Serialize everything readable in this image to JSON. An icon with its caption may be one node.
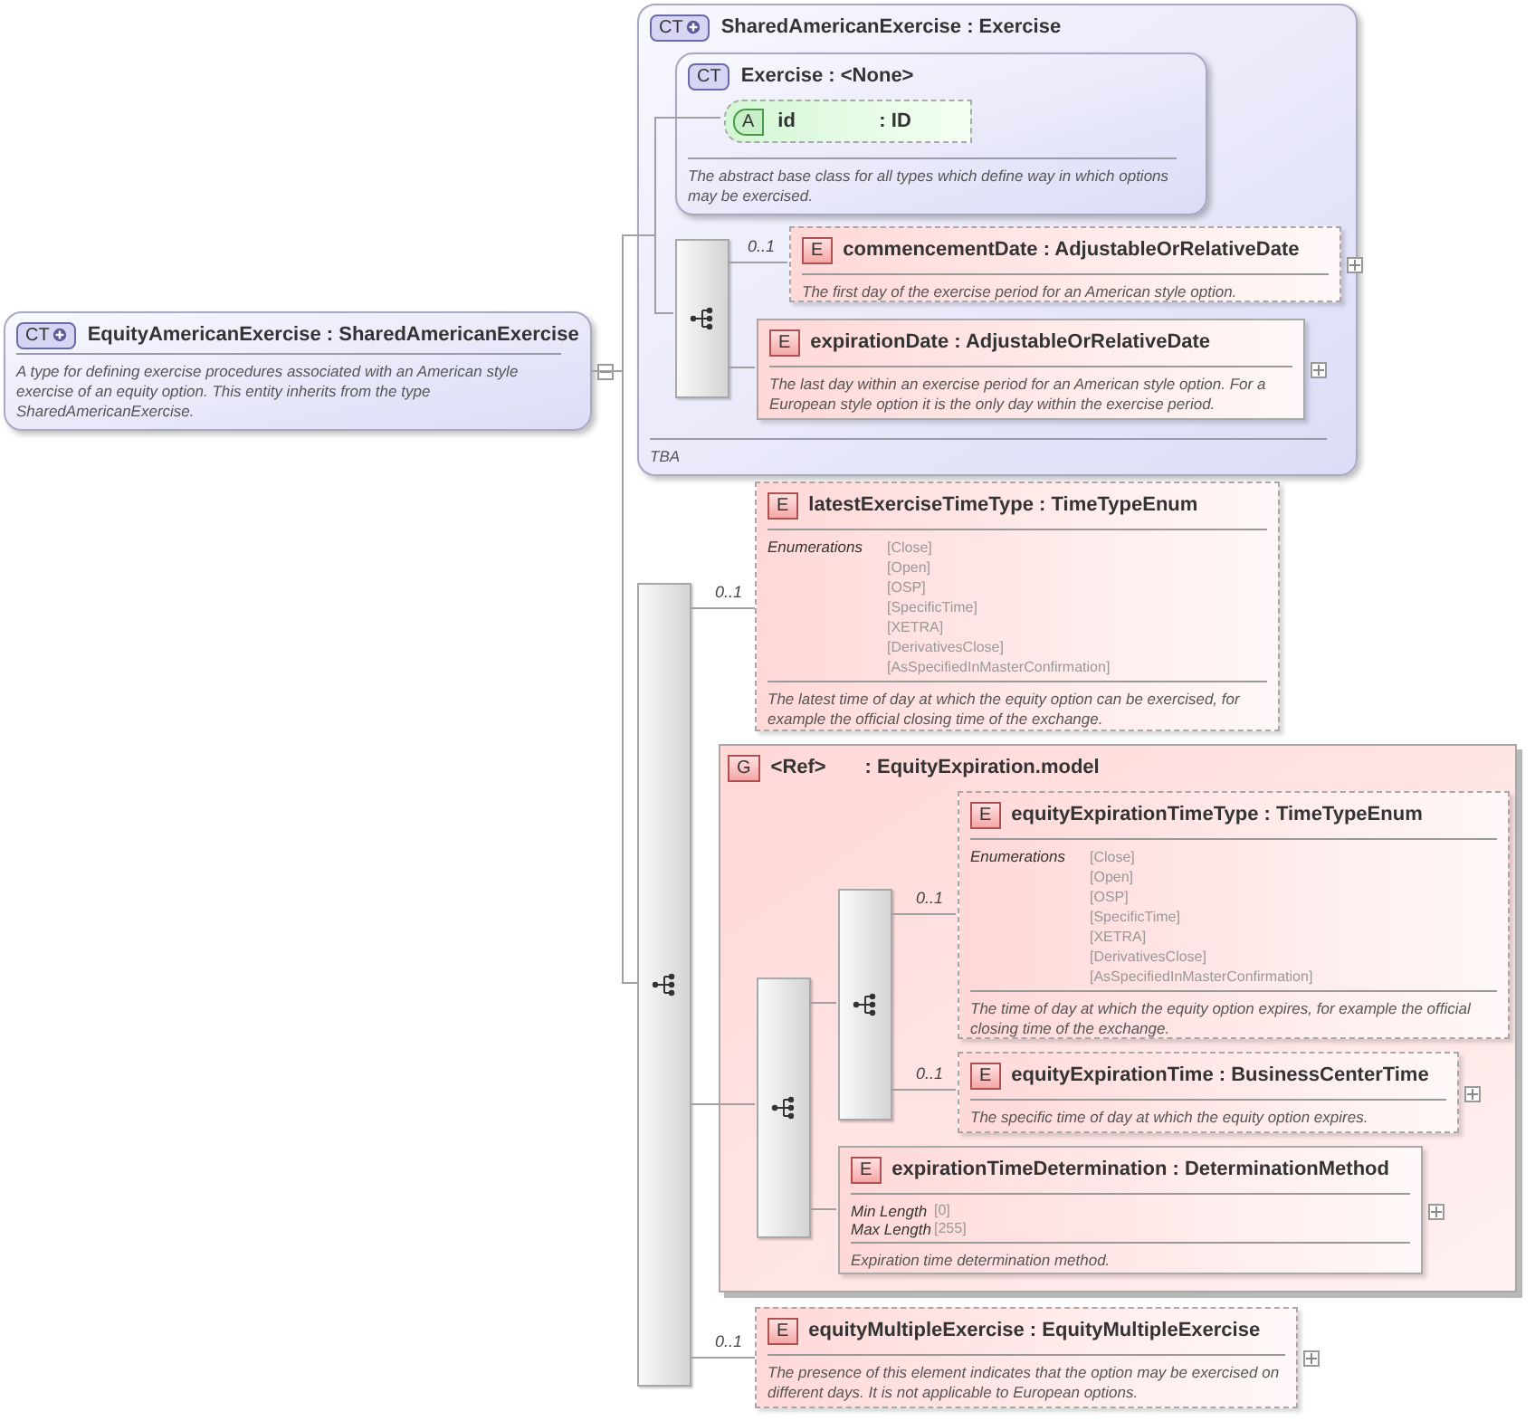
{
  "diagram": {
    "nodes": [
      {
        "text": [
          "CT",
          "EquityAmericanExercise : SharedAmericanExercise",
          "A type for defining exercise procedures associated with an American style exercise of an equity option. This entity inherits from the type SharedAmericanExercise."
        ]
      },
      {
        "text": [
          "CT",
          "SharedAmericanExercise : Exercise",
          "TBA"
        ]
      },
      {
        "text": [
          "CT",
          "Exercise : <None>",
          "The abstract base class for all types which define way in which options may be exercised."
        ],
        "in": 1
      },
      {
        "text": [
          "A",
          "id",
          ": ID"
        ],
        "in": 2
      },
      {
        "text": [],
        "shape": "bar",
        "in": 1
      },
      {
        "text": [
          "E",
          "commencementDate : AdjustableOrRelativeDate",
          "The first day of the exercise period for an American style option."
        ],
        "in": 1
      },
      {
        "text": [
          "E",
          "expirationDate : AdjustableOrRelativeDate",
          "The last day within an exercise period for an American style option. For a European style option it is the only day within the exercise period."
        ],
        "in": 1
      },
      {
        "text": [],
        "shape": "bar"
      },
      {
        "text": [
          "E",
          "latestExerciseTimeType : TimeTypeEnum",
          "Enumerations",
          "[Close]",
          "[Open]",
          "[OSP]",
          "[SpecificTime]",
          "[XETRA]",
          "[DerivativesClose]",
          "[AsSpecifiedInMasterConfirmation]",
          "The latest time of day at which the equity option can be exercised, for example the official closing time of the exchange."
        ]
      },
      {
        "text": [
          "G",
          "<Ref>",
          ": EquityExpiration.model"
        ]
      },
      {
        "text": [],
        "shape": "bar",
        "in": 9
      },
      {
        "text": [],
        "shape": "bar",
        "in": 9
      },
      {
        "text": [
          "E",
          "equityExpirationTimeType : TimeTypeEnum",
          "Enumerations",
          "[Close]",
          "[Open]",
          "[OSP]",
          "[SpecificTime]",
          "[XETRA]",
          "[DerivativesClose]",
          "[AsSpecifiedInMasterConfirmation]",
          "The time of day at which the equity option expires, for example the official closing time of the exchange."
        ],
        "in": 9
      },
      {
        "text": [
          "E",
          "equityExpirationTime : BusinessCenterTime",
          "The specific time of day at which the equity option expires."
        ],
        "in": 9
      },
      {
        "text": [
          "E",
          "expirationTimeDetermination : DeterminationMethod",
          "Min Length",
          "[0]",
          "Max Length",
          "[255]",
          "Expiration time determination method."
        ],
        "in": 9
      },
      {
        "text": [
          "E",
          "equityMultipleExercise : EquityMultipleExercise",
          "The presence of this element indicates that the option may be exercised on different days. It is not applicable to European options."
        ]
      }
    ],
    "edges": [
      {
        "from": 0,
        "to": 3,
        "arrow": "none"
      },
      {
        "from": 0,
        "to": 4,
        "arrow": "none"
      },
      {
        "from": 0,
        "to": 7,
        "arrow": "none"
      },
      {
        "from": 4,
        "to": 5,
        "arrow": "none",
        "label": "0..1"
      },
      {
        "from": 4,
        "to": 6,
        "arrow": "none"
      },
      {
        "from": 7,
        "to": 8,
        "arrow": "none",
        "label": "0..1"
      },
      {
        "from": 7,
        "to": 10,
        "arrow": "none"
      },
      {
        "from": 7,
        "to": 15,
        "arrow": "none",
        "label": "0..1"
      },
      {
        "from": 10,
        "to": 11,
        "arrow": "none"
      },
      {
        "from": 10,
        "to": 14,
        "arrow": "none"
      },
      {
        "from": 11,
        "to": 12,
        "arrow": "none",
        "label": "0..1"
      },
      {
        "from": 11,
        "to": 13,
        "arrow": "none",
        "label": "0..1"
      }
    ]
  }
}
